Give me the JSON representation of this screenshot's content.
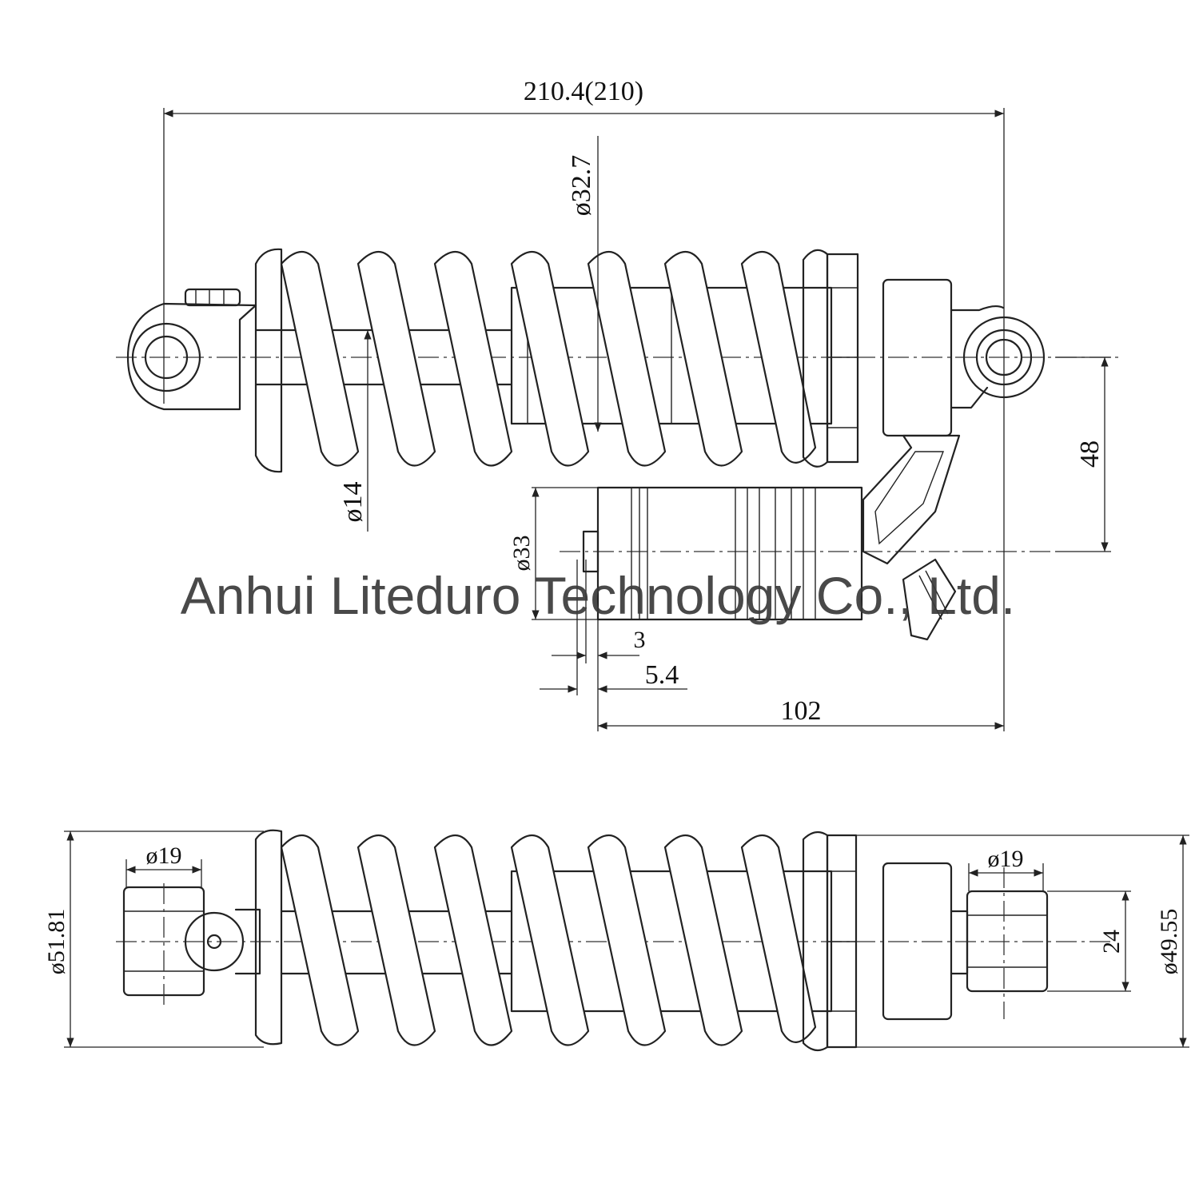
{
  "top_view": {
    "overall_length": "210.4(210)",
    "spring_diameter": "ø32.7",
    "shaft_diameter": "ø14",
    "reservoir_offset": "48",
    "reservoir_diameter": "ø33",
    "cap_dim_a": "3",
    "cap_dim_b": "5.4",
    "reservoir_length": "102"
  },
  "bottom_view": {
    "left_diameter": "ø51.81",
    "left_eye_width": "ø19",
    "right_eye_width": "ø19",
    "eye_width": "24",
    "right_diameter": "ø49.55"
  },
  "watermark": "Anhui Liteduro Technology Co., Ltd."
}
